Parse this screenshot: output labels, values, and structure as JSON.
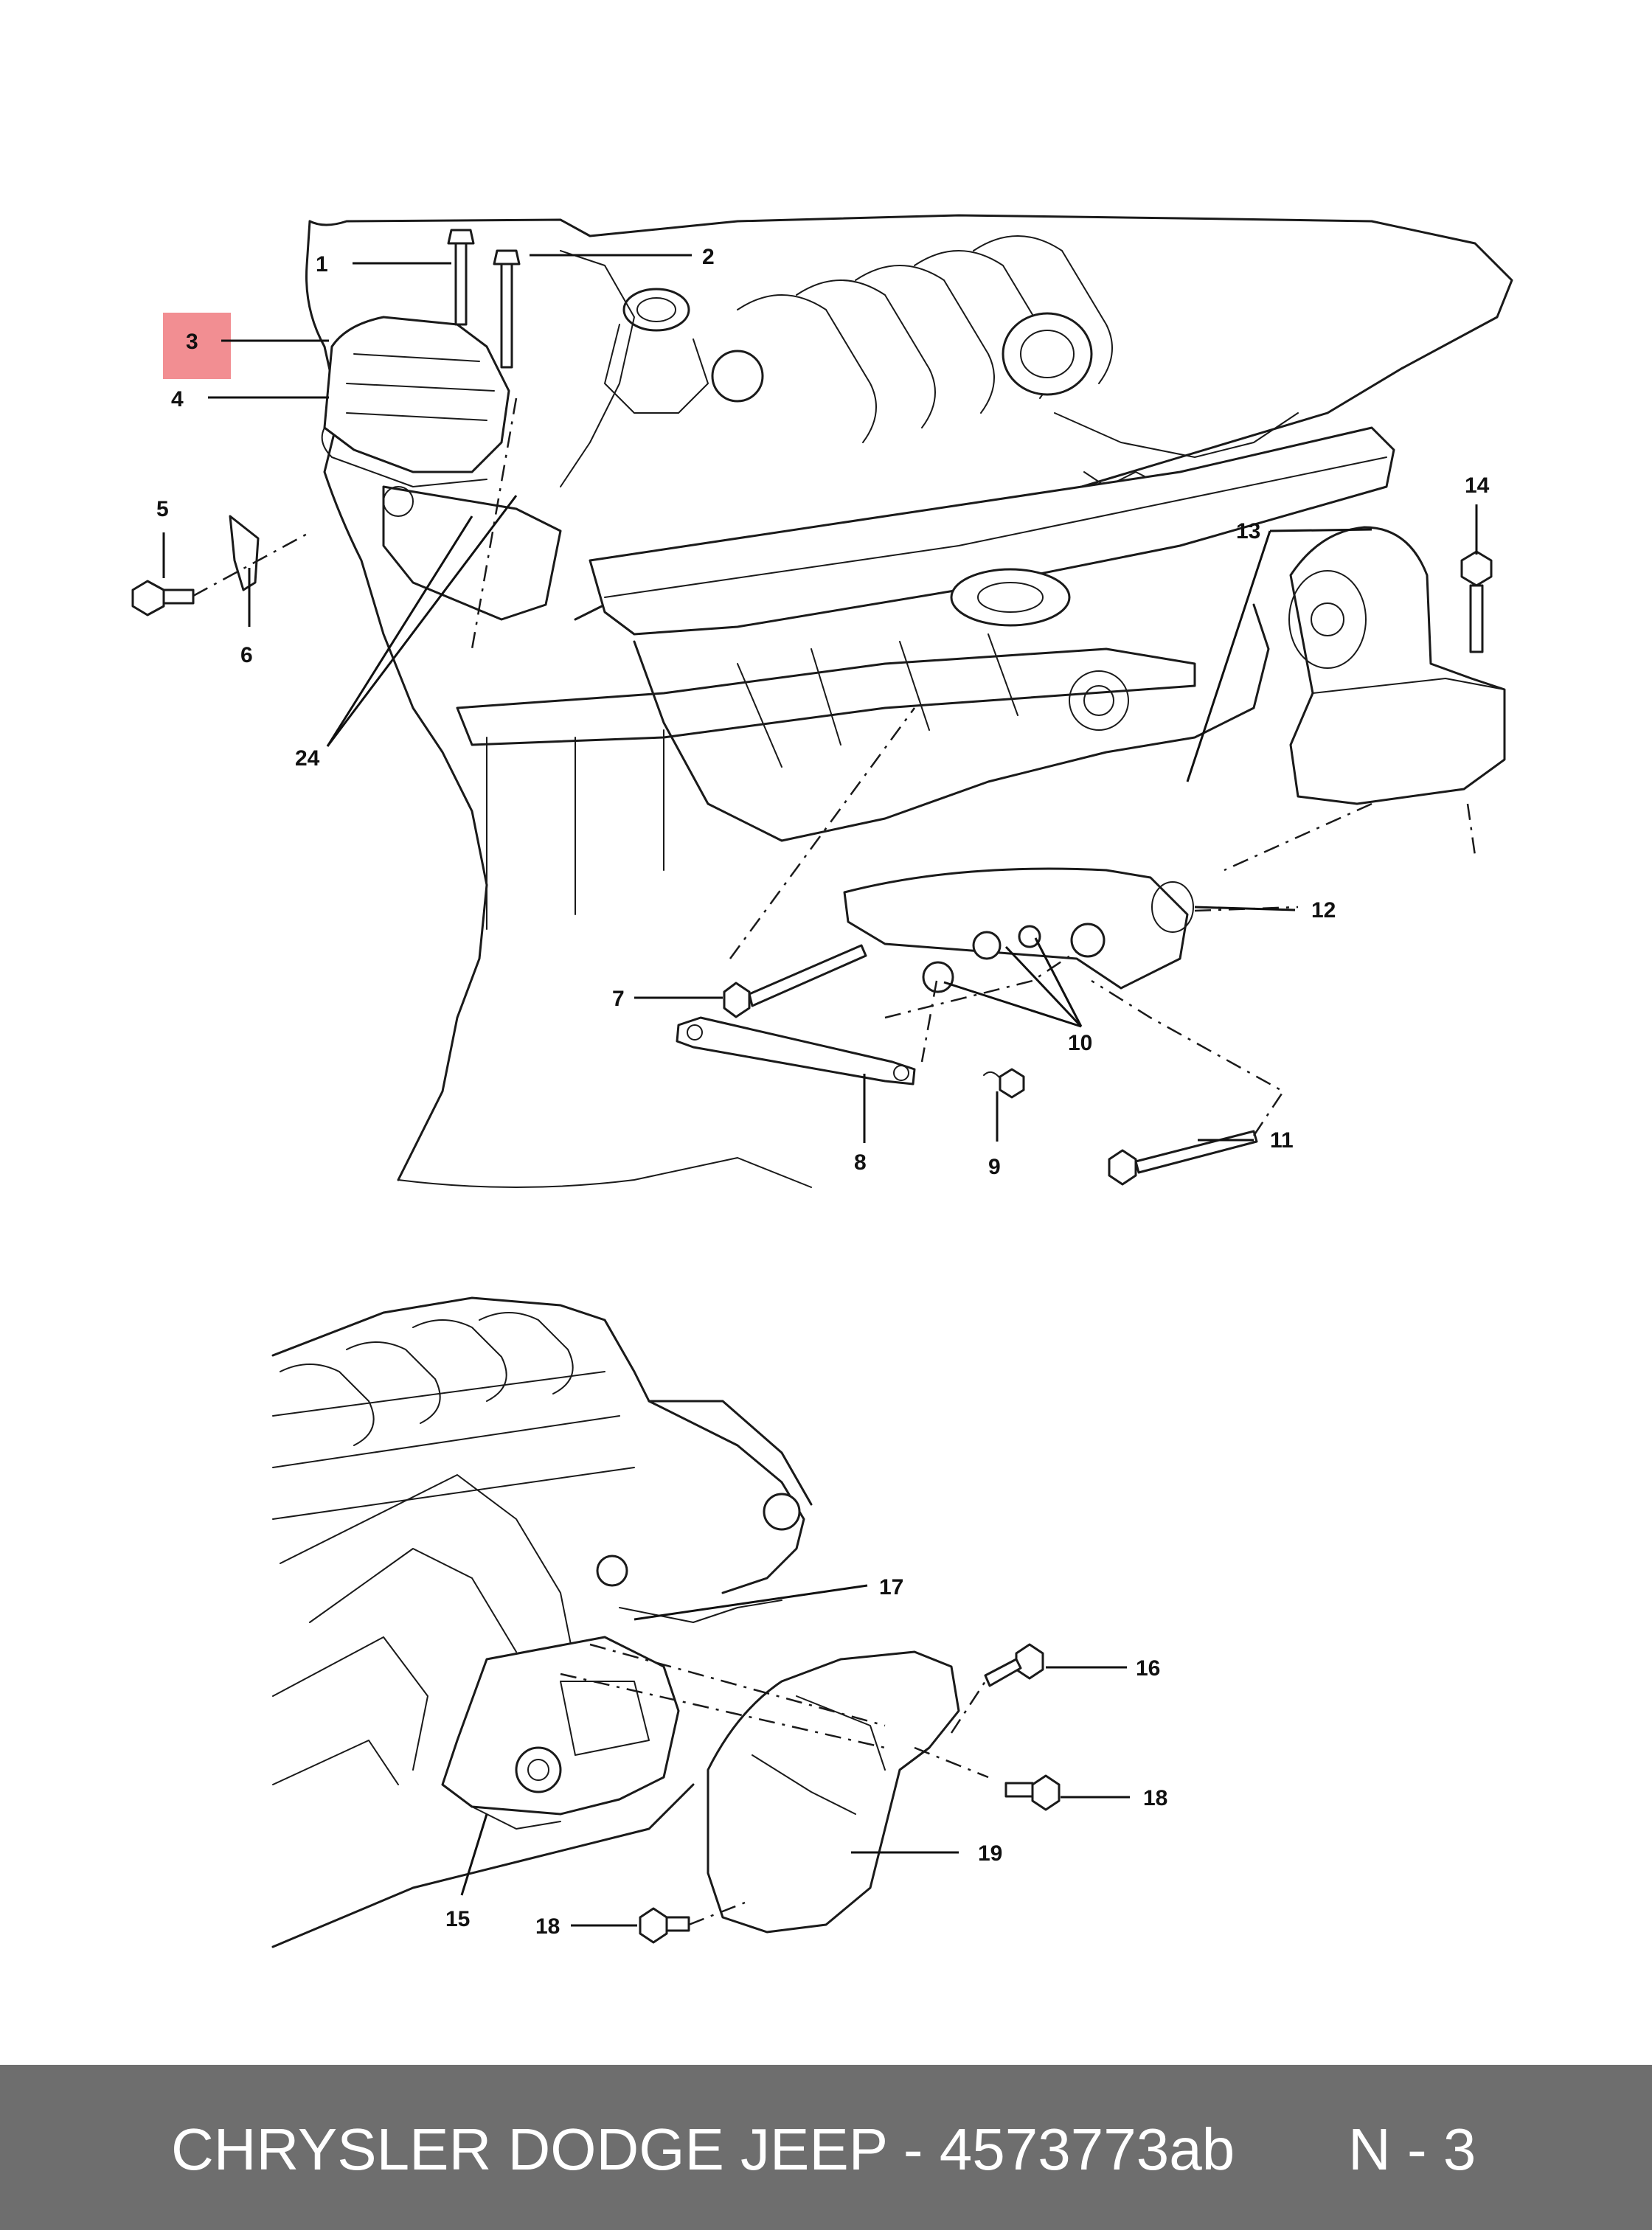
{
  "diagram": {
    "callouts": [
      "1",
      "2",
      "3",
      "4",
      "5",
      "6",
      "24",
      "14",
      "13",
      "12",
      "7",
      "10",
      "8",
      "9",
      "11",
      "17",
      "16",
      "18",
      "19",
      "15",
      "18"
    ],
    "highlight_color": "#f28e92",
    "line_color": "#1a1a1a"
  },
  "footer": {
    "title": "CHRYSLER DODGE JEEP - 4573773ab",
    "code": "N - 3",
    "background": "#6e6e6e"
  }
}
